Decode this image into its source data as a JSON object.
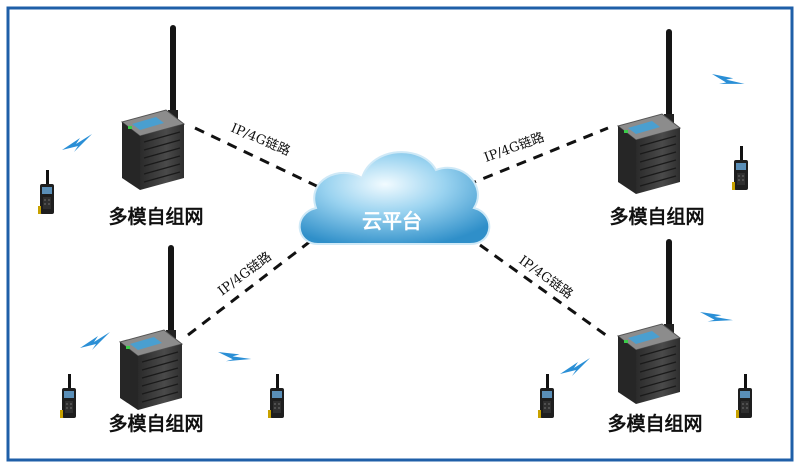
{
  "center": {
    "label": "云平台"
  },
  "nodes": [
    {
      "label": "多模自组网"
    },
    {
      "label": "多模自组网"
    },
    {
      "label": "多模自组网"
    },
    {
      "label": "多模自组网"
    }
  ],
  "links": [
    {
      "label": "IP/4G链路"
    },
    {
      "label": "IP/4G链路"
    },
    {
      "label": "IP/4G链路"
    },
    {
      "label": "IP/4G链路"
    }
  ],
  "colors": {
    "frame": "#1f5fa8",
    "cloud_light": "#e6f5fc",
    "cloud_mid": "#7fc4e8",
    "cloud_dark": "#2f8fc9",
    "lightning": "#2a8fd6",
    "device_body": "#3b3b3b",
    "device_panel": "#9a9a9a",
    "device_screen": "#4a9fd0"
  },
  "icons": {
    "center": "cloud-icon",
    "node": "mesh-base-station-icon",
    "terminal": "handheld-radio-icon",
    "signal": "lightning-signal-icon"
  }
}
